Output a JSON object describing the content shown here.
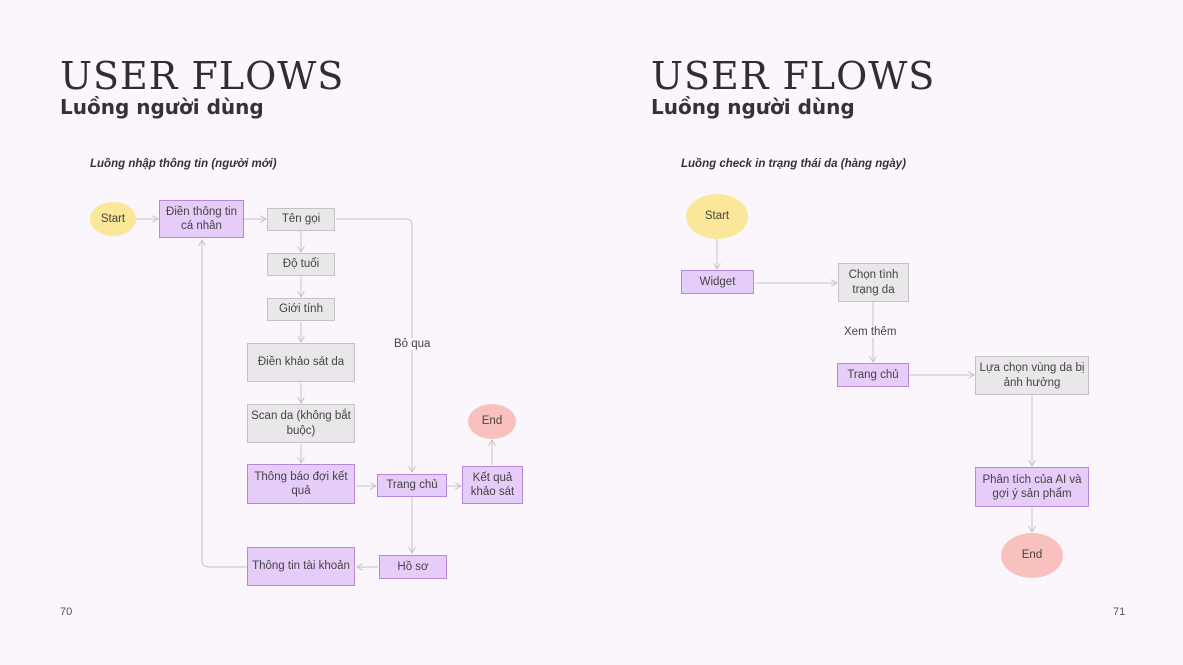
{
  "left_page": {
    "title": "USER FLOWS",
    "subtitle": "Luồng người dùng",
    "flow_title": "Luồng nhập thông tin (người mới)",
    "page_number": "70",
    "nodes": {
      "start": "Start",
      "dien_thong_tin": "Điền thông tin cá nhân",
      "ten_goi": "Tên gọi",
      "do_tuoi": "Độ tuổi",
      "gioi_tinh": "Giới tính",
      "khao_sat_da": "Điền khảo sát da",
      "scan_da": "Scan da (không bắt buộc)",
      "thong_bao": "Thông báo đợi kết quả",
      "trang_chu": "Trang chủ",
      "ket_qua": "Kết quả khảo sát",
      "end": "End",
      "ho_so": "Hồ sơ",
      "thong_tin_tk": "Thông tin tài khoản"
    },
    "edge_label_skip": "Bỏ qua"
  },
  "right_page": {
    "title": "USER FLOWS",
    "subtitle": "Luồng người dùng",
    "flow_title": "Luồng check in trạng thái da (hàng ngày)",
    "page_number": "71",
    "nodes": {
      "start": "Start",
      "widget": "Widget",
      "chon_tinh_trang": "Chọn tình trạng da",
      "trang_chu": "Trang chủ",
      "lua_chon_vung": "Lựa chọn vùng da bị ảnh hưởng",
      "phan_tich": "Phân tích của AI và gợi ý sản phẩm",
      "end": "End"
    },
    "edge_label_more": "Xem thêm"
  },
  "colors": {
    "background": "#fbf6fc",
    "start_node": "#fbe79a",
    "end_node": "#f9c1bd",
    "purple_node": "#e6ccf8",
    "gray_node": "#e9e7e9"
  }
}
